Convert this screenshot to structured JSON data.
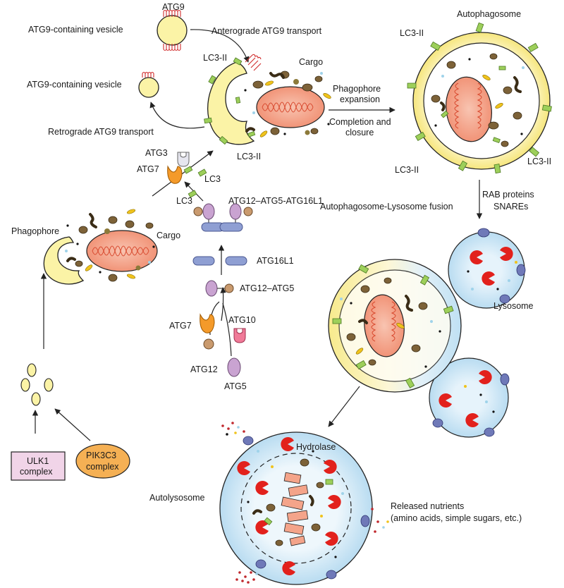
{
  "labels": {
    "atg9_top": "ATG9",
    "atg9_vesicle_top": "ATG9-containing vesicle",
    "anterograde": "Anterograde ATG9 transport",
    "atg9_vesicle_left": "ATG9-containing vesicle",
    "retrograde": "Retrograde ATG9 transport",
    "lc3ii_top": "LC3-II",
    "lc3ii_bottom": "LC3-II",
    "cargo_top": "Cargo",
    "phagophore_expansion_1": "Phagophore",
    "phagophore_expansion_2": "expansion",
    "completion_1": "Completion and",
    "completion_2": "closure",
    "autophagosome": "Autophagosome",
    "lc3ii_ap_topleft": "LC3-II",
    "lc3ii_ap_bottomleft": "LC3-II",
    "lc3ii_ap_bottomright": "LC3-II",
    "rab_1": "RAB proteins",
    "rab_2": "SNAREs",
    "fusion": "Autophagosome-Lysosome fusion",
    "atg3": "ATG3",
    "atg7_upper": "ATG7",
    "lc3_a": "LC3",
    "lc3_b": "LC3",
    "atg12_complex": "ATG12–ATG5-ATG16L1",
    "phagophore": "Phagophore",
    "cargo_left": "Cargo",
    "atg16l1": "ATG16L1",
    "atg12_atg5": "ATG12–ATG5",
    "atg7_lower": "ATG7",
    "atg10": "ATG10",
    "atg12": "ATG12",
    "atg5": "ATG5",
    "lysosome": "Lysosome",
    "ulk1_1": "ULK1",
    "ulk1_2": "complex",
    "pik3c3_1": "PIK3C3",
    "pik3c3_2": "complex",
    "hydrolase": "Hydrolase",
    "autolysosome": "Autolysosome",
    "released_1": "Released nutrients",
    "released_2": "(amino acids, simple sugars, etc.)"
  },
  "colors": {
    "vesicle_yellow": "#fbf3a6",
    "membrane_yellow": "#f3e27a",
    "lysosome_blue": "#cfe8f6",
    "lc3_green": "#9dcf5a",
    "mito_fill": "#f4a48a",
    "mito_crista": "#d8482d",
    "cargo_brown": "#7d6238",
    "hydrolase_red": "#e2211c",
    "pump_blue": "#6f79b8",
    "atg7_orange": "#f49a2a",
    "atg10_pink": "#f07a98",
    "atg5_purple": "#c9a3d1",
    "atg12_tan": "#c99a6e",
    "atg16l1_blue": "#8f9fd3",
    "ulk1_fill": "#f1d4e8",
    "pik3c3_fill": "#f5b054"
  }
}
